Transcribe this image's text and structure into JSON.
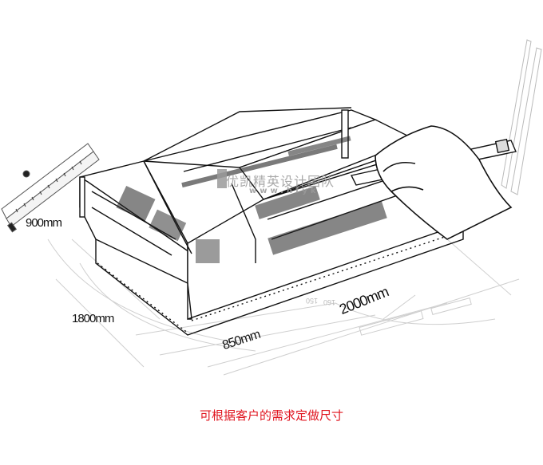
{
  "illustration": {
    "subject": "open display cabinet sketch with hand drawing measurements",
    "dimensions": {
      "height": "900mm",
      "depth": "1800mm",
      "section_width": "850mm",
      "length": "2000mm"
    },
    "ruler_marks": [
      "150",
      "160"
    ],
    "watermark": {
      "name": "优凯精英设计团队",
      "url": "www.hfyk"
    },
    "caption": "可根据客户的需求定做尺寸",
    "colors": {
      "caption": "#e0141e",
      "line": "#111111",
      "guide": "#c8c8c8",
      "watermark": "#9a9a9a"
    }
  }
}
